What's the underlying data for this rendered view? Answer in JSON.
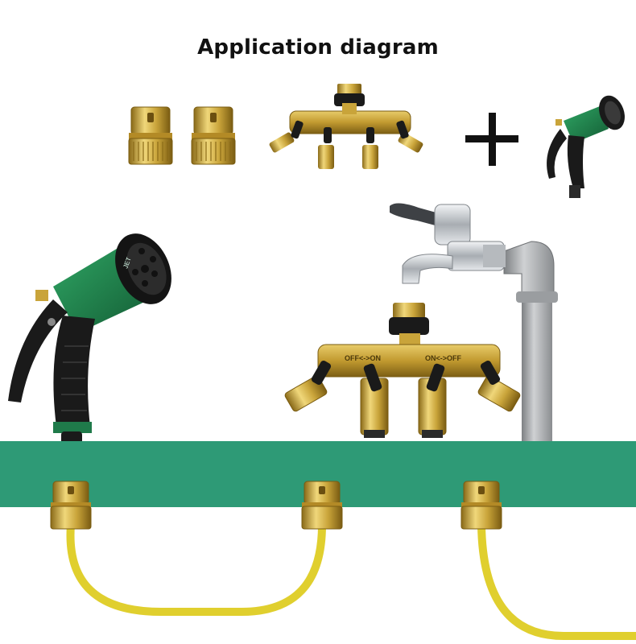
{
  "title": "Application diagram",
  "splitter_valve_labels": {
    "left": "OFF<->ON",
    "right": "ON<->OFF"
  },
  "spray_gun_dial_text": "JET",
  "colors": {
    "brass": "#c9a43a",
    "brass_dark": "#8a6a18",
    "brass_light": "#f0d77a",
    "platform_green": "#2e9a76",
    "gun_green": "#1f7a4a",
    "gun_black": "#1a1a1a",
    "hose_yellow": "#e0cf2e",
    "pipe_grey": "#a9abad",
    "chrome": "#c9cdd1"
  }
}
